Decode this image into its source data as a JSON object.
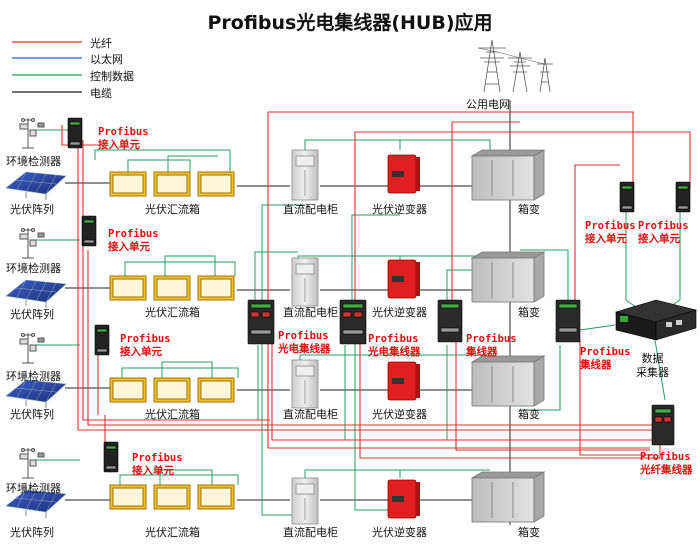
{
  "title": "Profibus光电集线器(HUB)应用",
  "legend": [
    {
      "label": "光纤",
      "color": "#e03030"
    },
    {
      "label": "以太网",
      "color": "#2060d0"
    },
    {
      "label": "控制数据",
      "color": "#20a060"
    },
    {
      "label": "电缆",
      "color": "#222222"
    }
  ],
  "labels": {
    "grid": "公用电网",
    "env": "环境检测器",
    "pv_array": "光伏阵列",
    "combiner": "光伏汇流箱",
    "dc_cabinet": "直流配电柜",
    "inverter": "光伏逆变器",
    "box_transformer": "箱变",
    "profibus_unit_line1": "Profibus",
    "profibus_unit_line2": "接入单元",
    "opto_hub_line1": "Profibus",
    "opto_hub_line2": "光电集线器",
    "hub_line1": "Profibus",
    "hub_line2": "集线器",
    "fiber_hub_line1": "Profibus",
    "fiber_hub_line2": "光纤集线器",
    "collector_line1": "数据",
    "collector_line2": "采集器"
  }
}
